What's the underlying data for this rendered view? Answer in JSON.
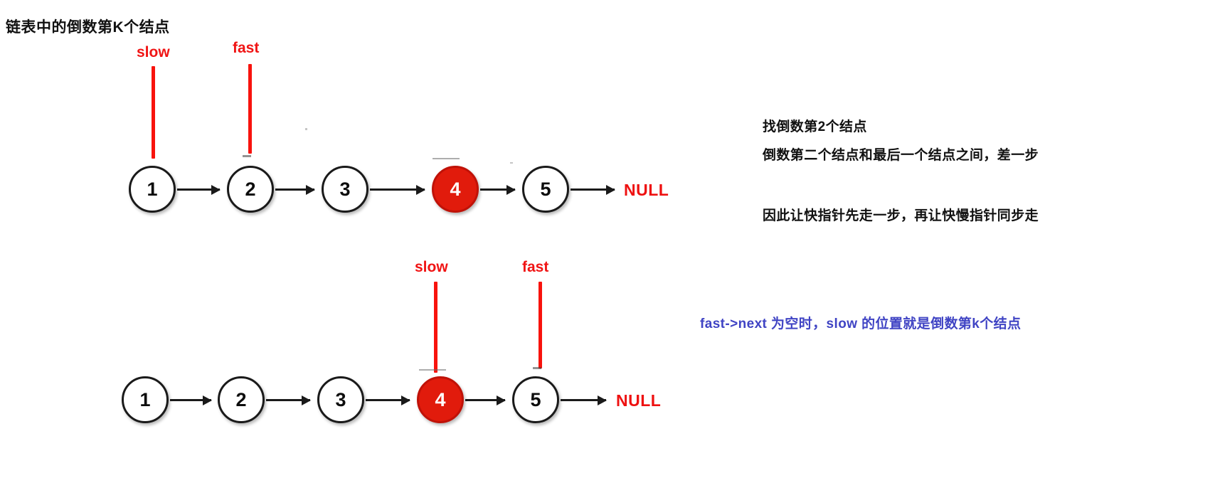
{
  "title": "链表中的倒数第K个结点",
  "colors": {
    "pointer_red": "#f8130d",
    "highlight_node": "#e11b0c",
    "null_red": "#ee1111",
    "note_black": "#111111",
    "note_blue": "#4044c4",
    "node_stroke": "#1a1a1a",
    "background": "#ffffff"
  },
  "diagrams": [
    {
      "id": "step-1",
      "caption_role": "initial-position",
      "nodes": [
        {
          "value": "1",
          "highlighted": false
        },
        {
          "value": "2",
          "highlighted": false
        },
        {
          "value": "3",
          "highlighted": false
        },
        {
          "value": "4",
          "highlighted": true
        },
        {
          "value": "5",
          "highlighted": false
        }
      ],
      "terminator": "NULL",
      "pointers": [
        {
          "name": "slow",
          "at_node_index": 0
        },
        {
          "name": "fast",
          "at_node_index": 1
        }
      ]
    },
    {
      "id": "step-2",
      "caption_role": "final-position",
      "nodes": [
        {
          "value": "1",
          "highlighted": false
        },
        {
          "value": "2",
          "highlighted": false
        },
        {
          "value": "3",
          "highlighted": false
        },
        {
          "value": "4",
          "highlighted": true
        },
        {
          "value": "5",
          "highlighted": false
        }
      ],
      "terminator": "NULL",
      "pointers": [
        {
          "name": "slow",
          "at_node_index": 3
        },
        {
          "name": "fast",
          "at_node_index": 4
        }
      ]
    }
  ],
  "notes": {
    "line1": "找倒数第2个结点",
    "line2": "倒数第二个结点和最后一个结点之间，差一步",
    "line3": "因此让快指针先走一步，再让快慢指针同步走",
    "conclusion": "fast->next 为空时，slow 的位置就是倒数第k个结点"
  }
}
